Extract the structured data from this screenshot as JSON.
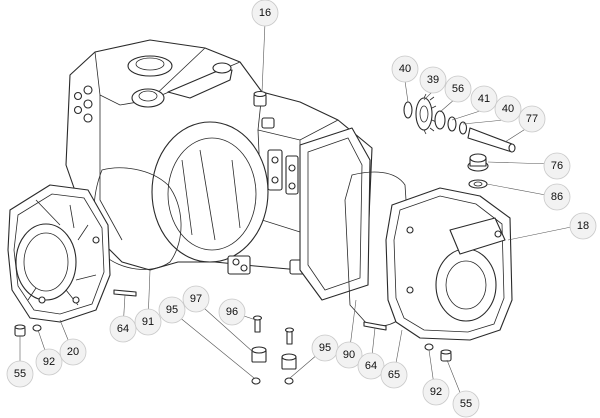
{
  "callouts": [
    {
      "id": "c16a",
      "label": "16"
    },
    {
      "id": "c40a",
      "label": "40"
    },
    {
      "id": "c39",
      "label": "39"
    },
    {
      "id": "c56",
      "label": "56"
    },
    {
      "id": "c41",
      "label": "41"
    },
    {
      "id": "c40b",
      "label": "40"
    },
    {
      "id": "c77",
      "label": "77"
    },
    {
      "id": "c76",
      "label": "76"
    },
    {
      "id": "c86",
      "label": "86"
    },
    {
      "id": "c18",
      "label": "18"
    },
    {
      "id": "c97",
      "label": "97"
    },
    {
      "id": "c95a",
      "label": "95"
    },
    {
      "id": "c96",
      "label": "96"
    },
    {
      "id": "c95b",
      "label": "95"
    },
    {
      "id": "c64a",
      "label": "64"
    },
    {
      "id": "c91",
      "label": "91"
    },
    {
      "id": "c90",
      "label": "90"
    },
    {
      "id": "c64b",
      "label": "64"
    },
    {
      "id": "c65",
      "label": "65"
    },
    {
      "id": "c92a",
      "label": "92"
    },
    {
      "id": "c92b",
      "label": "92"
    },
    {
      "id": "c20",
      "label": "20"
    },
    {
      "id": "c55a",
      "label": "55"
    },
    {
      "id": "c55b",
      "label": "55"
    }
  ]
}
